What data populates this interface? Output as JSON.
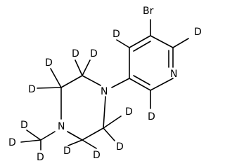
{
  "diagram": {
    "type": "chemical-structure",
    "atoms": {
      "br": "Br",
      "n_pyridine": "N",
      "n_piperazine_1": "N",
      "n_piperazine_4": "N",
      "deuterium": "D"
    }
  }
}
